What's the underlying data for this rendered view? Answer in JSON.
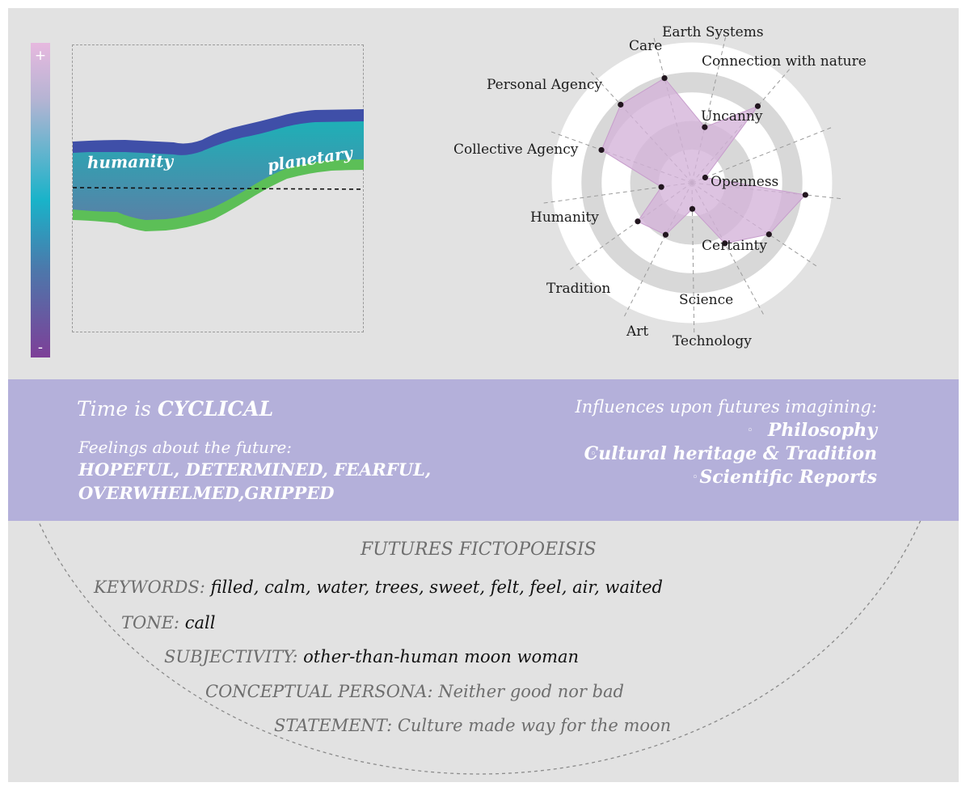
{
  "gradient_scale": {
    "plus_label": "+",
    "minus_label": "-",
    "colors": [
      "#e7b9df",
      "#b5b4d3",
      "#19b3c9",
      "#4c78ab",
      "#7e3f98"
    ]
  },
  "band_chart": {
    "left_label": "humanity",
    "right_label": "planetary",
    "colors": {
      "upper_edge": "#3f4fa8",
      "lower_edge": "#5cbf57",
      "fill_top": "#1ab3b8",
      "fill_bottom": "#5b7fa6"
    }
  },
  "chart_data": {
    "type": "radar",
    "axes": [
      "Earth Systems",
      "Connection with nature",
      "Uncanny",
      "Openness",
      "Certainty",
      "Science",
      "Technology",
      "Art",
      "Tradition",
      "Humanity",
      "Collective Agency",
      "Personal Agency",
      "Care"
    ],
    "values": [
      0.48,
      0.85,
      0.12,
      0.96,
      0.78,
      0.58,
      0.22,
      0.49,
      0.56,
      0.26,
      0.81,
      0.89,
      0.91
    ],
    "fill_color": "#d4b2d8",
    "ring_colors": [
      "#ffffff",
      "#d8d8d8"
    ]
  },
  "info_band": {
    "time_prefix": "Time is ",
    "time_value": "CYCLICAL",
    "feelings_label": "Feelings about the future:",
    "feelings_line1": "HOPEFUL, DETERMINED, FEARFUL,",
    "feelings_line2": "OVERWHELMED,GRIPPED",
    "influences_label": "Influences upon futures imagining:",
    "influences": [
      "Philosophy",
      "Cultural heritage & Tradition",
      "Scientific Reports"
    ],
    "bullet": "◦",
    "color": "#b4b0da"
  },
  "fictopoeisis": {
    "title": "FUTURES FICTOPOEISIS",
    "keywords_label": "KEYWORDS:",
    "keywords_value": "filled, calm, water, trees, sweet, felt, feel, air, waited",
    "tone_label": "TONE:",
    "tone_value": "call",
    "subjectivity_label": "SUBJECTIVITY:",
    "subjectivity_value": "other-than-human moon woman",
    "persona_label": "CONCEPTUAL PERSONA:",
    "persona_value": "Neither good nor bad",
    "statement_label": "STATEMENT:",
    "statement_value": "Culture made way for the moon"
  }
}
